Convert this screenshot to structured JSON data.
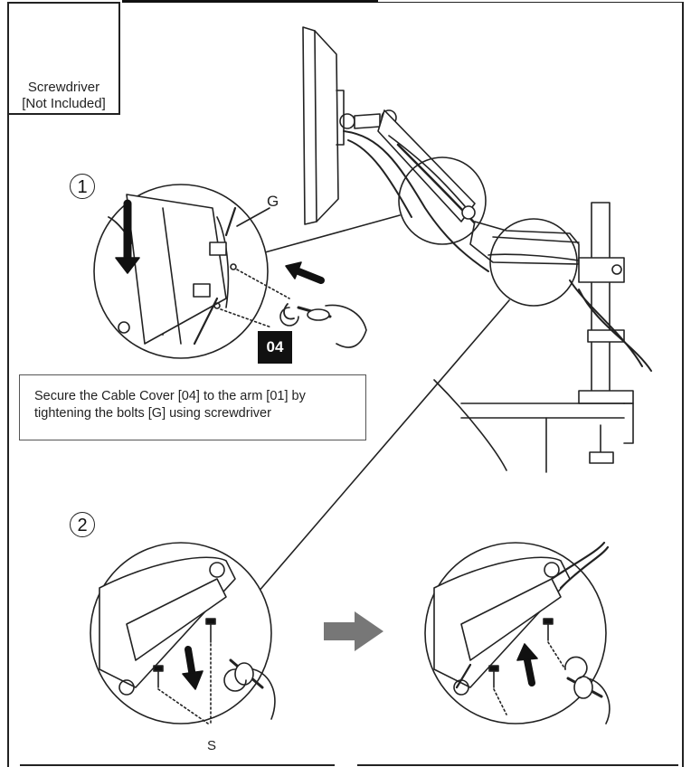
{
  "tool": {
    "name": "Screwdriver",
    "note": "[Not Included]",
    "icon": "screwdriver-icon"
  },
  "steps": [
    {
      "number": "1",
      "instruction_line1": "Secure the Cable Cover [04] to the arm [01] by",
      "instruction_line2": "tightening the bolts [G] using screwdriver"
    },
    {
      "number": "2"
    }
  ],
  "labels": {
    "part_tag": "04",
    "bolt_label": "G",
    "screw_label": "S"
  }
}
